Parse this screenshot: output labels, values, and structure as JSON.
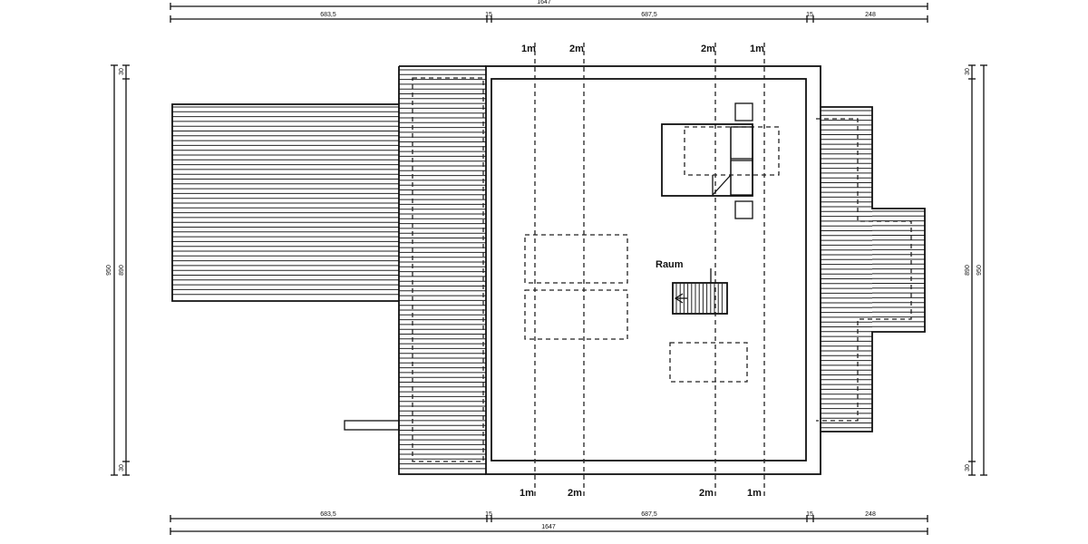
{
  "dimensions": {
    "total": "1647",
    "seg_left": "683,5",
    "seg_gap1": "15",
    "seg_mid": "687,5",
    "seg_gap2": "15",
    "seg_right": "248",
    "height_total": "950",
    "height_inner": "890",
    "edge": "30"
  },
  "height_marks": {
    "one_m": "1m",
    "two_m": "2m"
  },
  "room": {
    "label": "Raum"
  }
}
